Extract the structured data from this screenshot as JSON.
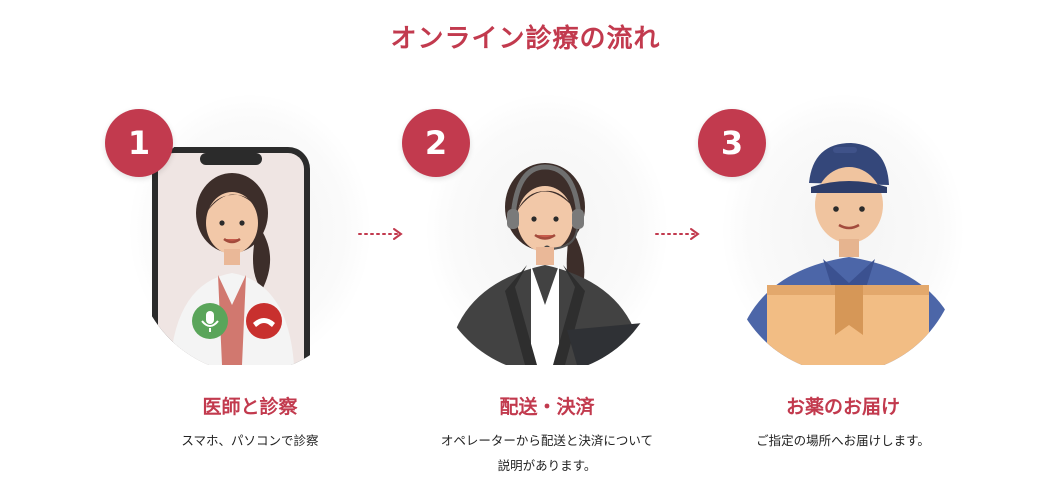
{
  "page": {
    "title": "オンライン診療の流れ"
  },
  "steps": [
    {
      "number": "1",
      "title": "医師と診察",
      "description": [
        "スマホ、パソコンで診察"
      ]
    },
    {
      "number": "2",
      "title": "配送・決済",
      "description": [
        "オペレーターから配送と決済について",
        "説明があります。"
      ]
    },
    {
      "number": "3",
      "title": "お薬のお届け",
      "description": [
        "ご指定の場所へお届けします。"
      ]
    }
  ],
  "colors": {
    "accent": "#c23a4e",
    "mic_button": "#5aa55a",
    "hangup_button": "#c8302e"
  },
  "icons": [
    "phone-video-call-icon",
    "microphone-icon",
    "hang-up-icon",
    "dotted-arrow-icon"
  ]
}
